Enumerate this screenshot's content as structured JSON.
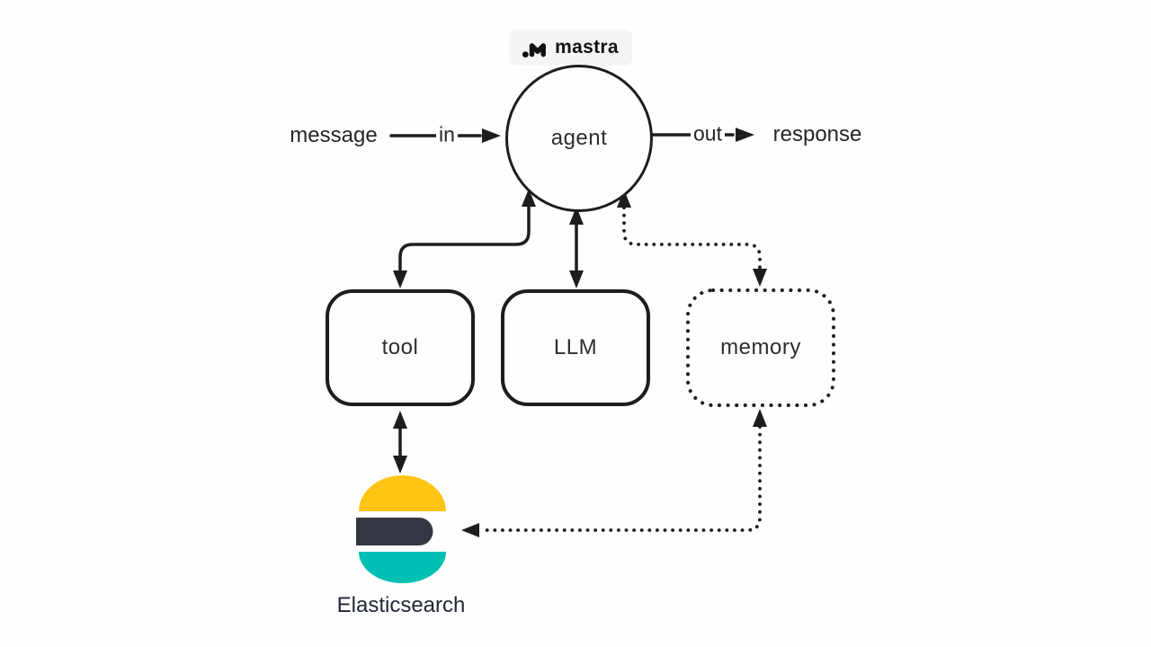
{
  "page": {
    "background": "#fefefe",
    "line_color": "#1d1d1d"
  },
  "brand": {
    "name": "mastra",
    "icon": "mastra-logo-icon",
    "badge_bg": "#f5f5f5"
  },
  "flow": {
    "input": "message",
    "in": "in",
    "agent": "agent",
    "out": "out",
    "output": "response"
  },
  "nodes": {
    "tool": {
      "label": "tool",
      "border_style": "solid"
    },
    "llm": {
      "label": "LLM",
      "border_style": "solid"
    },
    "memory": {
      "label": "memory",
      "border_style": "dotted"
    }
  },
  "integration": {
    "label": "Elasticsearch",
    "icon": "elasticsearch-logo-icon",
    "logo_colors": {
      "top": "#FEC514",
      "middle": "#343741",
      "bottom": "#00BFB3"
    }
  },
  "edges": [
    {
      "from": "message",
      "to": "agent",
      "label": "in",
      "style": "solid",
      "arrows": "to"
    },
    {
      "from": "agent",
      "to": "response",
      "label": "out",
      "style": "solid",
      "arrows": "to"
    },
    {
      "from": "agent",
      "to": "tool",
      "style": "solid",
      "arrows": "both"
    },
    {
      "from": "agent",
      "to": "llm",
      "style": "solid",
      "arrows": "both"
    },
    {
      "from": "agent",
      "to": "memory",
      "style": "dotted",
      "arrows": "both"
    },
    {
      "from": "tool",
      "to": "elasticsearch",
      "style": "solid",
      "arrows": "both"
    },
    {
      "from": "memory",
      "to": "elasticsearch",
      "style": "dotted",
      "arrows": "both"
    }
  ]
}
